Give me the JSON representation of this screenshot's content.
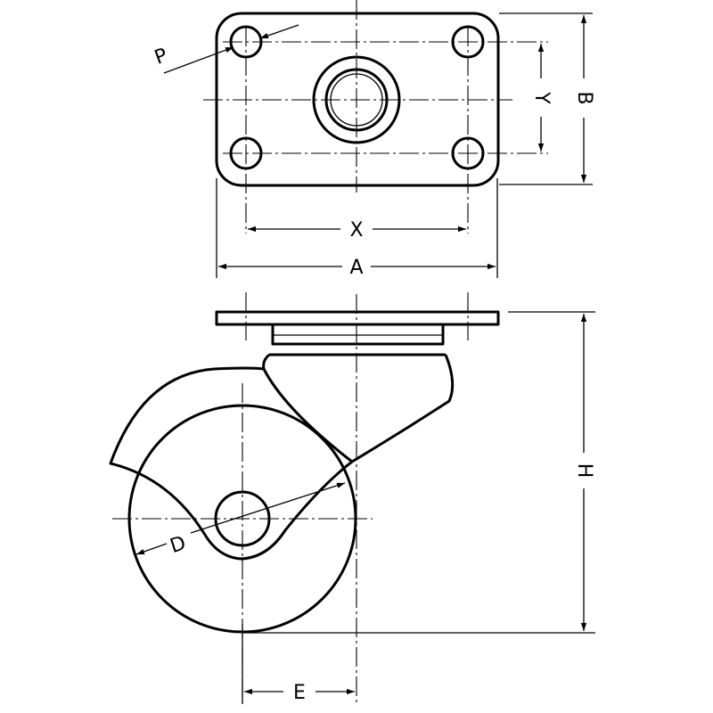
{
  "drawing": {
    "top_view": {
      "labels": {
        "p": "P",
        "y": "Y",
        "b": "B",
        "x": "X",
        "a": "A"
      }
    },
    "side_view": {
      "labels": {
        "h": "H",
        "d": "D",
        "e": "E"
      }
    },
    "colors": {
      "line": "#000000",
      "background": "#ffffff"
    }
  }
}
